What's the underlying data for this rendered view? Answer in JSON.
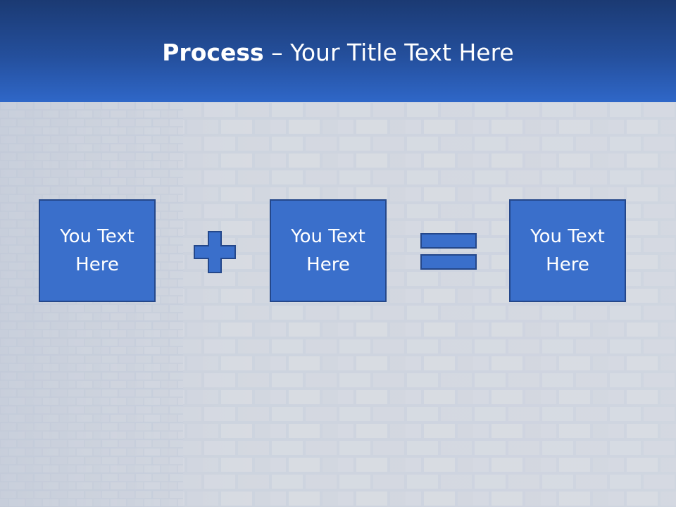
{
  "title": {
    "bold": "Process",
    "rest": " – Your Title Text Here"
  },
  "boxes": [
    {
      "label": "You Text Here"
    },
    {
      "label": "You Text Here"
    },
    {
      "label": "You Text Here"
    }
  ],
  "operators": {
    "plus": "plus-icon",
    "equals": "equals-icon"
  },
  "colors": {
    "header_dark": "#1b3a73",
    "header_light": "#2f67c8",
    "box_fill": "#3a6fcb",
    "box_border": "#24478a"
  }
}
